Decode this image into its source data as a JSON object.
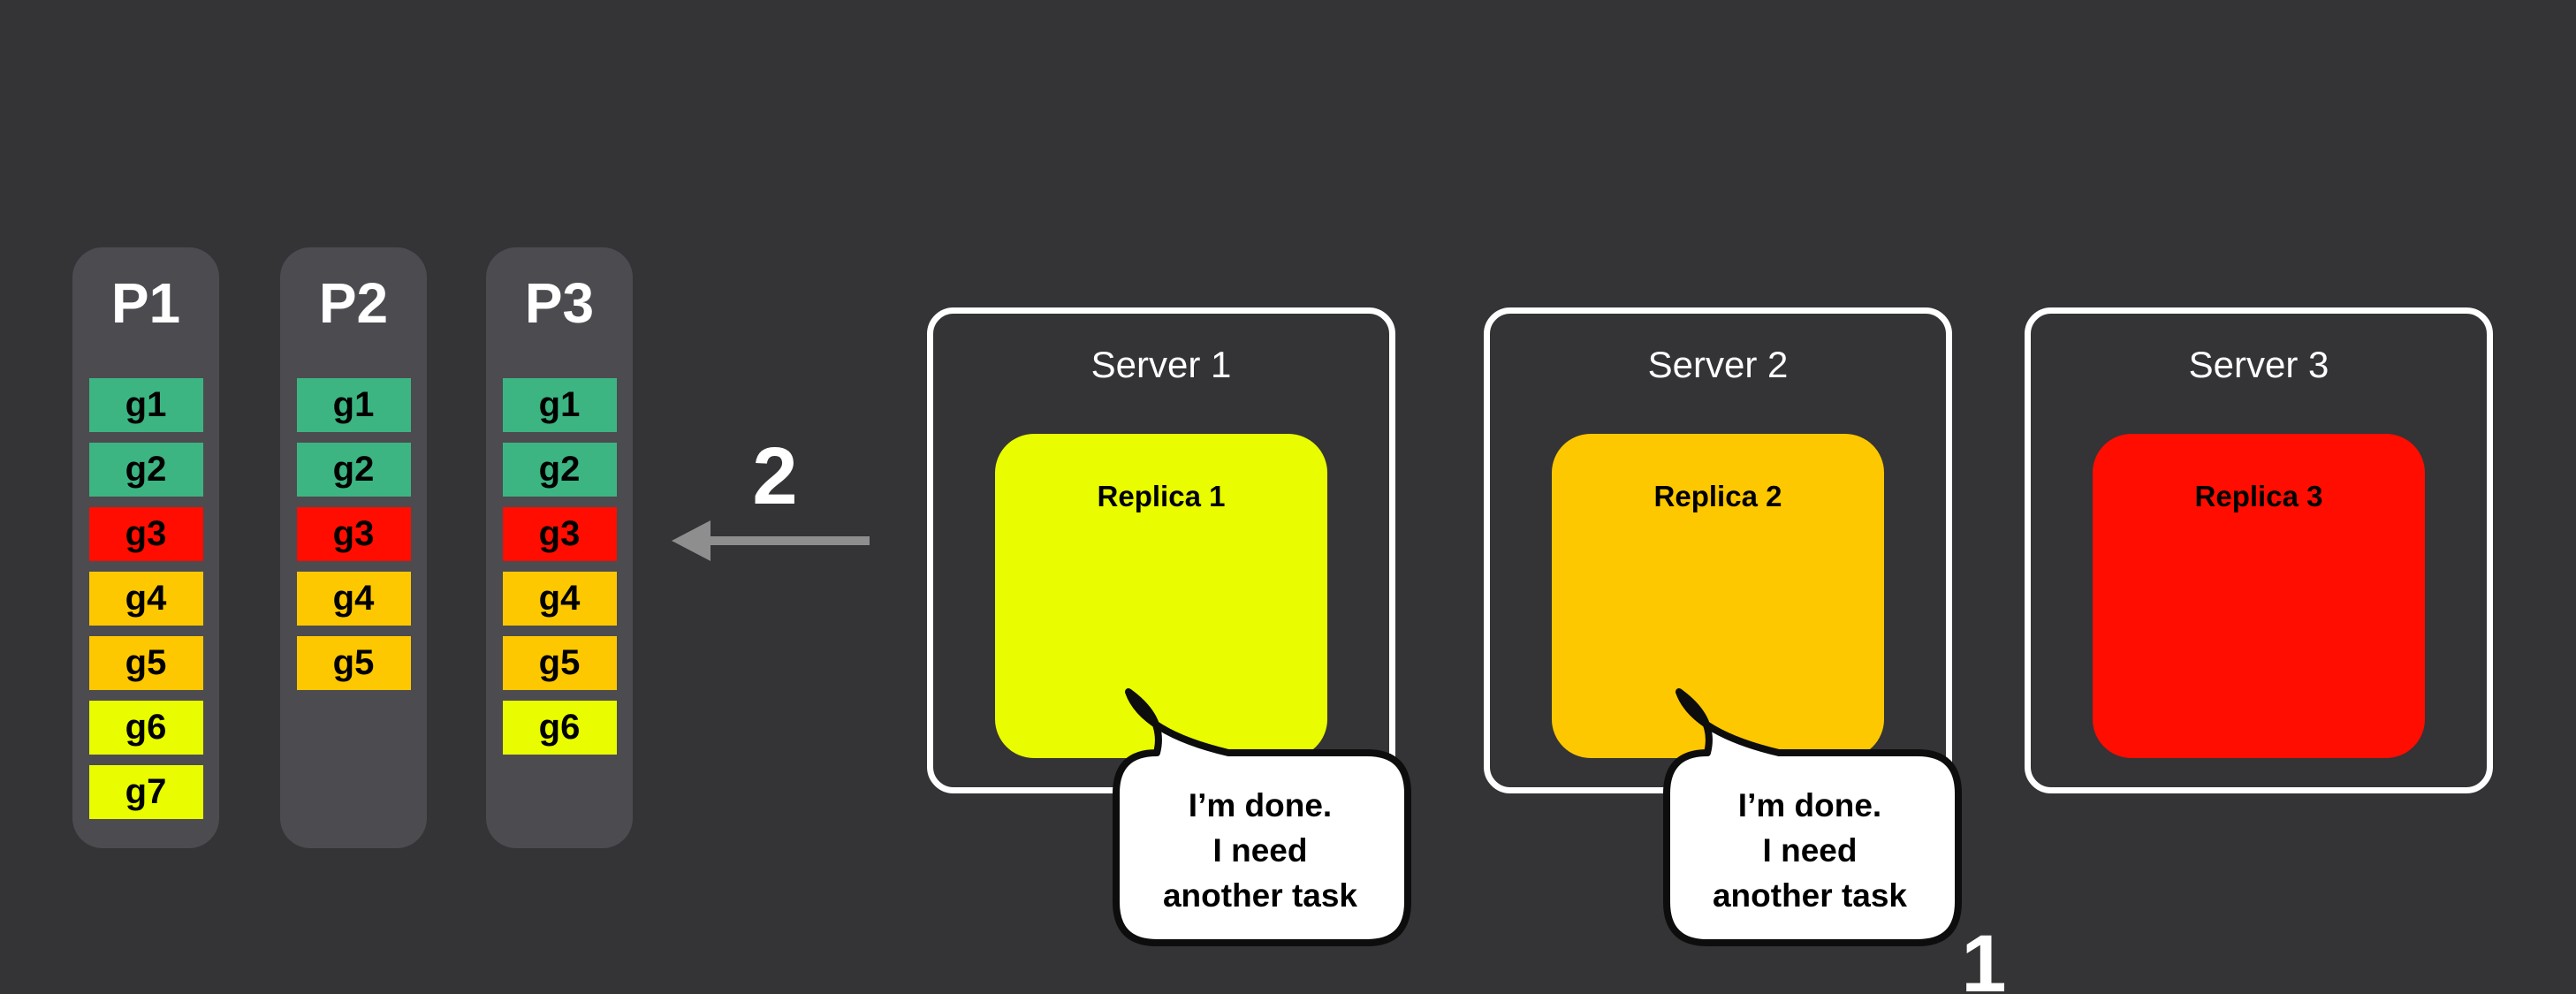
{
  "palette": {
    "background": "#343336",
    "panel_gray": "#4c4b50",
    "white": "#ffffff",
    "black": "#0d0d0d",
    "teal": "#3cb583",
    "red": "#ff0d00",
    "amber": "#fec800",
    "yellow": "#e9fd00",
    "arrow_gray": "#8e8e8e"
  },
  "partitions": [
    {
      "label": "P1",
      "tasks": [
        {
          "label": "g1",
          "color": "teal"
        },
        {
          "label": "g2",
          "color": "teal"
        },
        {
          "label": "g3",
          "color": "red"
        },
        {
          "label": "g4",
          "color": "amber"
        },
        {
          "label": "g5",
          "color": "amber"
        },
        {
          "label": "g6",
          "color": "yellow"
        },
        {
          "label": "g7",
          "color": "yellow"
        }
      ]
    },
    {
      "label": "P2",
      "tasks": [
        {
          "label": "g1",
          "color": "teal"
        },
        {
          "label": "g2",
          "color": "teal"
        },
        {
          "label": "g3",
          "color": "red"
        },
        {
          "label": "g4",
          "color": "amber"
        },
        {
          "label": "g5",
          "color": "amber"
        }
      ]
    },
    {
      "label": "P3",
      "tasks": [
        {
          "label": "g1",
          "color": "teal"
        },
        {
          "label": "g2",
          "color": "teal"
        },
        {
          "label": "g3",
          "color": "red"
        },
        {
          "label": "g4",
          "color": "amber"
        },
        {
          "label": "g5",
          "color": "amber"
        },
        {
          "label": "g6",
          "color": "yellow"
        }
      ]
    }
  ],
  "flow": {
    "step2_label": "2",
    "step1_label": "1"
  },
  "servers": [
    {
      "title": "Server 1",
      "replica_label": "Replica 1",
      "replica_color": "yellow"
    },
    {
      "title": "Server 2",
      "replica_label": "Replica 2",
      "replica_color": "amber"
    },
    {
      "title": "Server 3",
      "replica_label": "Replica 3",
      "replica_color": "red"
    }
  ],
  "bubbles": [
    {
      "lines": [
        "I’m done.",
        "I need",
        "another task"
      ]
    },
    {
      "lines": [
        "I’m done.",
        "I need",
        "another task"
      ]
    }
  ]
}
